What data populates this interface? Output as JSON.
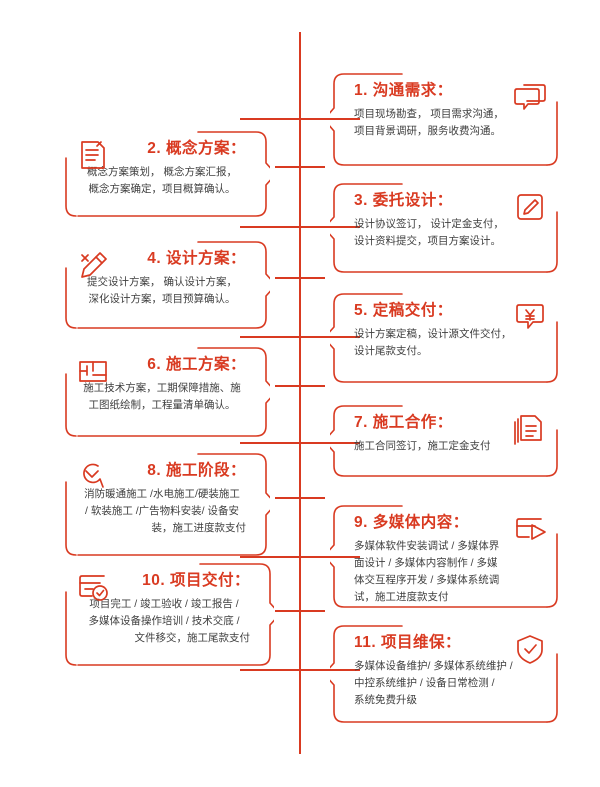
{
  "theme": {
    "accent": "#d93a21",
    "title_color": "#d93a21",
    "body_text_color": "#3f3f3f",
    "background": "#ffffff"
  },
  "timeline": {
    "orientation": "vertical",
    "items": [
      {
        "number": "1.",
        "title": "1. 沟通需求：",
        "side": "right",
        "icon": "speech-bubbles-icon",
        "lines": [
          "项目现场勘查， 项目需求沟通，",
          "项目背景调研，服务收费沟通。"
        ]
      },
      {
        "number": "2.",
        "title": "2.  概念方案：",
        "side": "left",
        "icon": "document-check-icon",
        "lines": [
          "概念方案策划， 概念方案汇报，",
          "概念方案确定，项目概算确认。"
        ]
      },
      {
        "number": "3.",
        "title": "3. 委托设计：",
        "side": "right",
        "icon": "pencil-square-icon",
        "lines": [
          "设计协议签订， 设计定金支付，",
          "设计资料提交，项目方案设计。"
        ]
      },
      {
        "number": "4.",
        "title": "4.  设计方案：",
        "side": "left",
        "icon": "pencil-ruler-icon",
        "lines": [
          "提交设计方案， 确认设计方案，",
          "深化设计方案，项目预算确认。"
        ]
      },
      {
        "number": "5.",
        "title": "5. 定稿交付：",
        "side": "right",
        "icon": "yen-bubble-icon",
        "lines": [
          "设计方案定稿，设计源文件交付，",
          "设计尾款支付。"
        ]
      },
      {
        "number": "6.",
        "title": "6.  施工方案：",
        "side": "left",
        "icon": "floor-plan-icon",
        "lines": [
          "施工技术方案，工期保障措施、施",
          "工图纸绘制，工程量清单确认。"
        ]
      },
      {
        "number": "7.",
        "title": "7. 施工合作：",
        "side": "right",
        "icon": "documents-stack-icon",
        "lines": [
          "施工合同签订，施工定金支付"
        ]
      },
      {
        "number": "8.",
        "title": "8.  施工阶段：",
        "side": "left",
        "icon": "wrench-icon",
        "lines": [
          "消防暖通施工 /水电施工/硬装施工",
          "/ 软装施工 /广告物料安装/ 设备安",
          "装，施工进度款支付"
        ]
      },
      {
        "number": "9.",
        "title": "9. 多媒体内容：",
        "side": "right",
        "icon": "media-play-icon",
        "lines": [
          "多媒体软件安装调试 / 多媒体界",
          "面设计 / 多媒体内容制作 / 多媒",
          "体交互程序开发 / 多媒体系统调",
          "试，施工进度款支付"
        ]
      },
      {
        "number": "10.",
        "title": "10.  项目交付：",
        "side": "left",
        "icon": "card-check-icon",
        "lines": [
          "项目完工 / 竣工验收 / 竣工报告 /",
          "多媒体设备操作培训 / 技术交底 /",
          "文件移交，施工尾款支付"
        ]
      },
      {
        "number": "11.",
        "title": "11. 项目维保：",
        "side": "right",
        "icon": "shield-check-icon",
        "lines": [
          "多媒体设备维护/ 多媒体系统维护 /",
          "中控系统维护 / 设备日常检测 /",
          "系统免费升级"
        ]
      }
    ]
  }
}
